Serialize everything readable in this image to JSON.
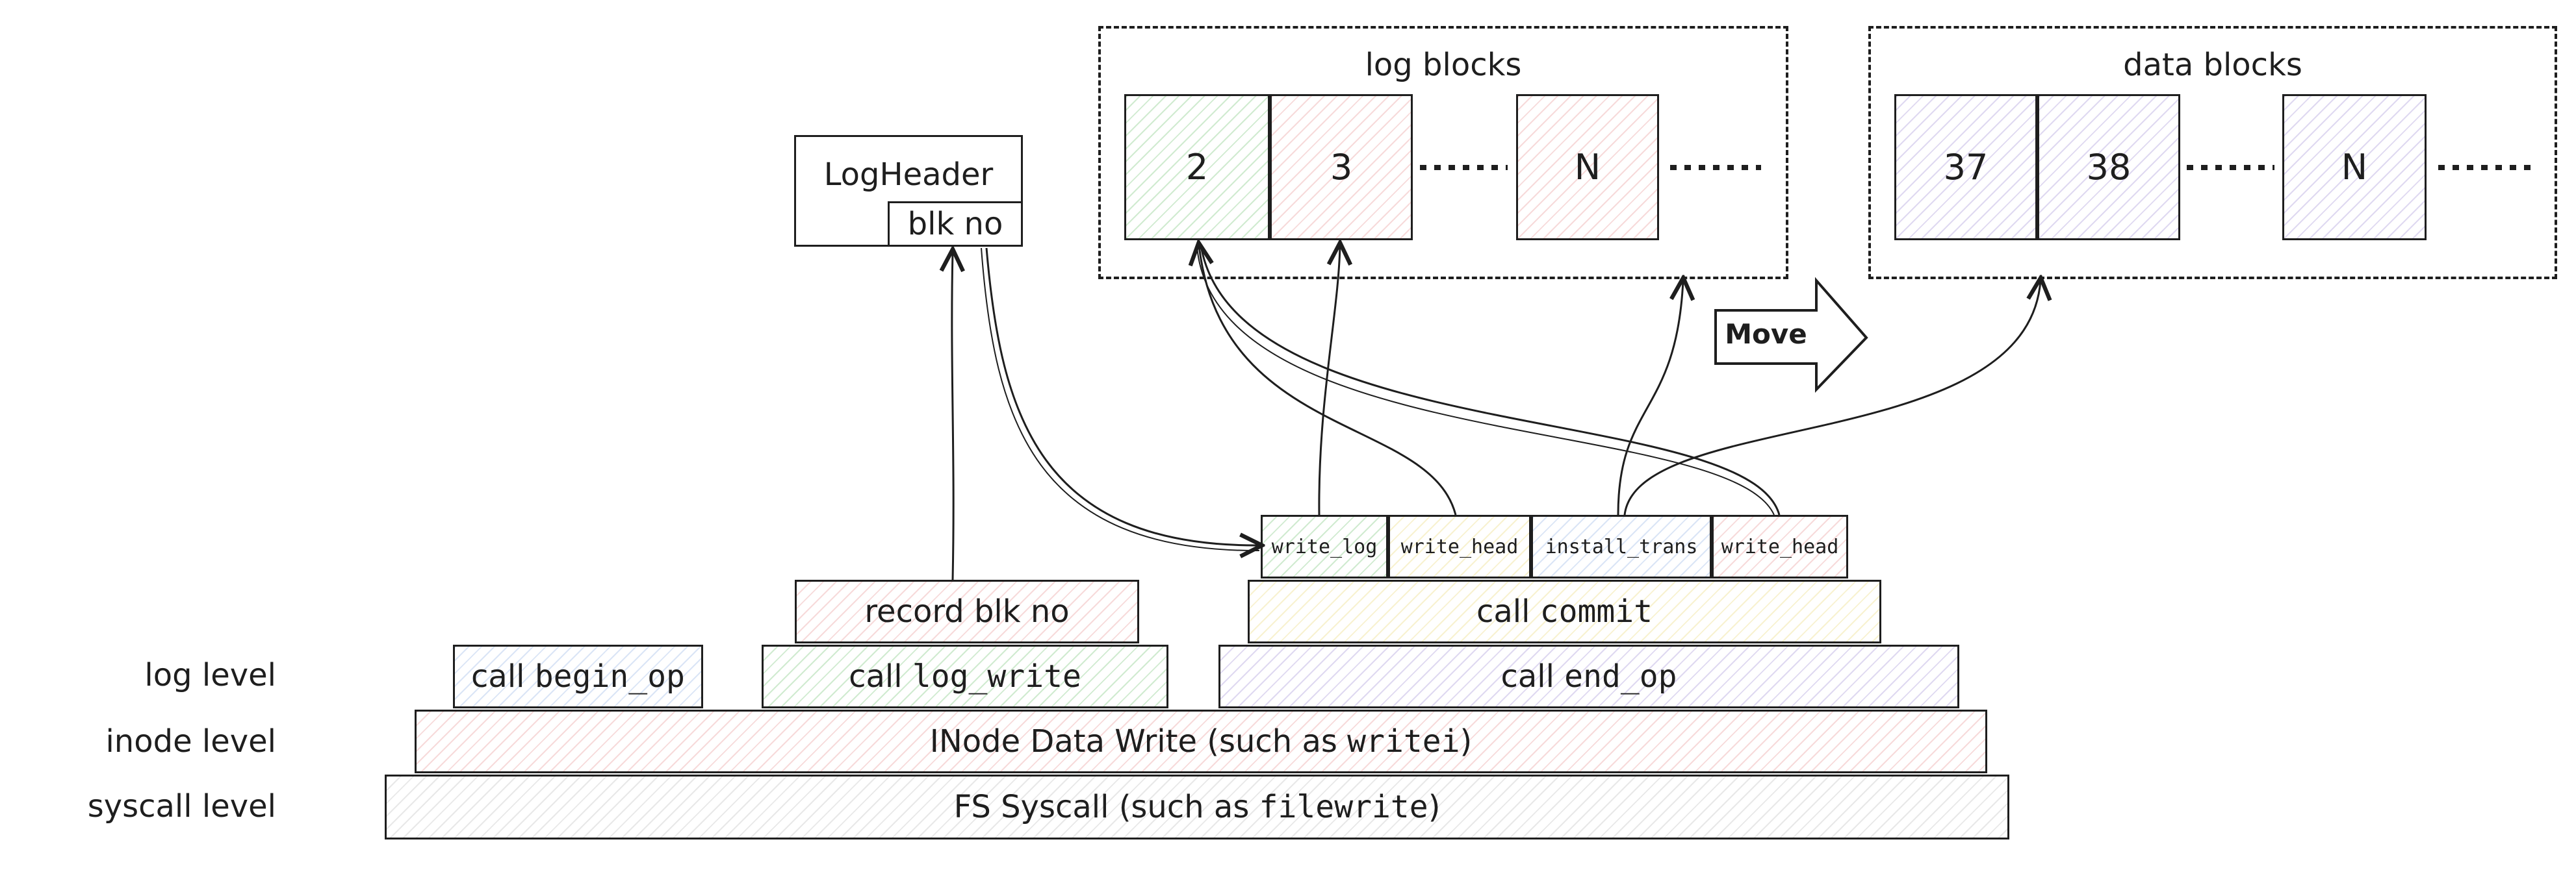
{
  "levels": {
    "log": "log level",
    "inode": "inode level",
    "syscall": "syscall level"
  },
  "syscall_bar": {
    "prefix": "FS Syscall (such as ",
    "code": "filewrite",
    "suffix": ")"
  },
  "inode_bar": {
    "prefix": "INode Data Write (such as ",
    "code": "writei",
    "suffix": ")"
  },
  "calls": {
    "begin_op": {
      "prefix": "call ",
      "code": "begin_op"
    },
    "log_write": {
      "prefix": "call ",
      "code": "log_write"
    },
    "end_op": {
      "prefix": "call ",
      "code": "end_op"
    }
  },
  "record_blk_no": "record blk no",
  "commit": {
    "prefix": "call ",
    "code": "commit"
  },
  "commit_steps": [
    "write_log",
    "write_head",
    "install_trans",
    "write_head"
  ],
  "log_header": {
    "title": "LogHeader",
    "field": "blk no"
  },
  "log_blocks": {
    "title": "log blocks",
    "items": [
      "2",
      "3",
      "N"
    ]
  },
  "data_blocks": {
    "title": "data blocks",
    "items": [
      "37",
      "38",
      "N"
    ]
  },
  "move_label": "Move"
}
